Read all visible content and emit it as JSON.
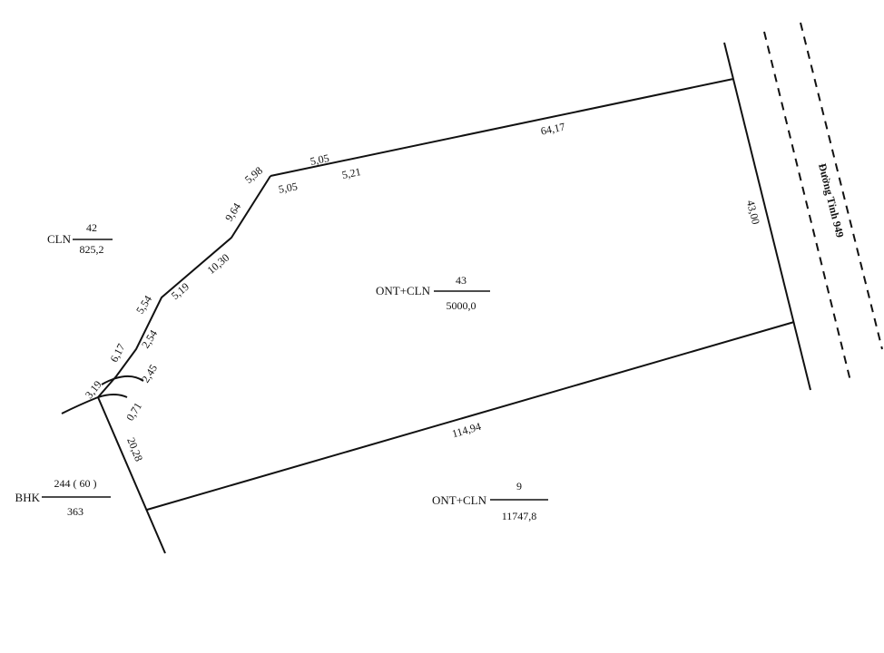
{
  "parcels": {
    "main": {
      "code": "ONT+CLN",
      "number": "43",
      "area": "5000,0"
    },
    "south": {
      "code": "ONT+CLN",
      "number": "9",
      "area": "11747,8"
    },
    "northwest": {
      "code": "CLN",
      "number": "42",
      "area": "825,2"
    },
    "southwest": {
      "code": "BHK",
      "number": "244 ( 60 )",
      "area": "363"
    }
  },
  "road": {
    "name": "Đường Tỉnh 949"
  },
  "edges": {
    "north": "64,17",
    "east": "43,00",
    "south": "114,94",
    "west": "20,28",
    "nw_a": "5,05",
    "nw_b": "5,05",
    "nw_c": "5,21",
    "seg_598": "5,98",
    "seg_964": "9,64",
    "seg_1030": "10,30",
    "seg_519": "5,19",
    "seg_554": "5,54",
    "seg_254": "2,54",
    "seg_617": "6,17",
    "seg_245": "2,45",
    "seg_319": "3,19",
    "seg_071": "0,71"
  }
}
